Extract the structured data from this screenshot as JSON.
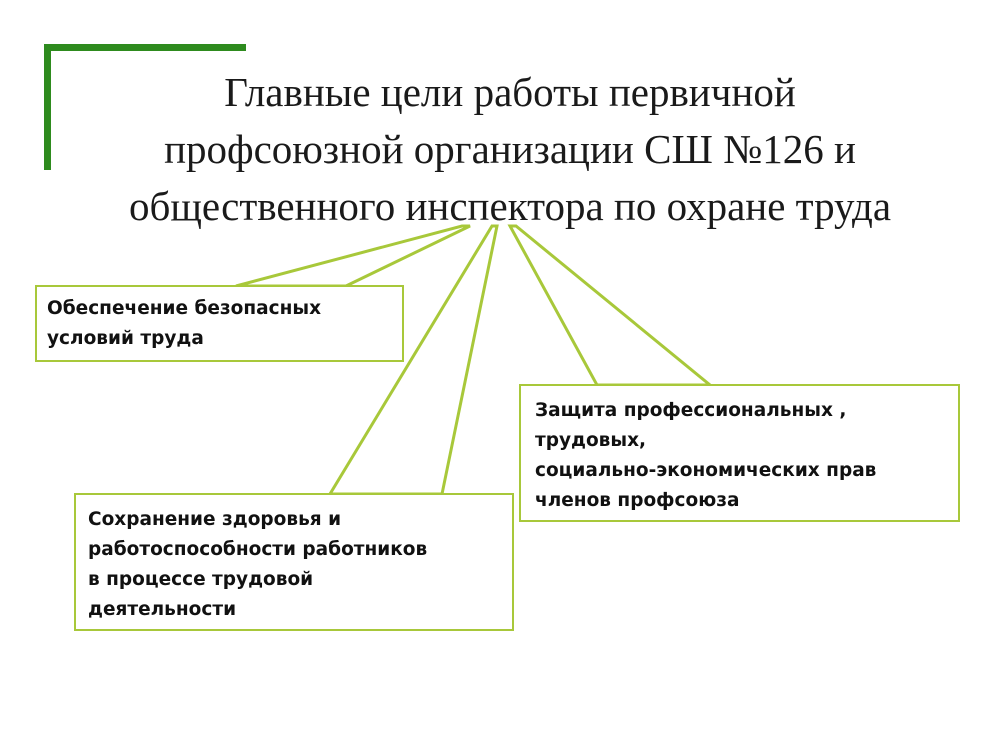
{
  "title": {
    "lines": [
      "Главные цели работы первичной",
      "профсоюзной организации СШ №126 и",
      "общественного инспектора по охране труда"
    ]
  },
  "goals": {
    "safety": {
      "lines": [
        "Обеспечение безопасных",
        "условий труда"
      ]
    },
    "rights": {
      "lines": [
        "Защита профессиональных ,",
        "трудовых,",
        "социально-экономических прав",
        "членов профсоюза"
      ]
    },
    "health": {
      "lines": [
        "Сохранение здоровья и",
        "работоспособности работников",
        "в процессе трудовой",
        "деятельности"
      ]
    }
  },
  "colors": {
    "bracket": "#2e8b1e",
    "connector": "#a8c83a",
    "box_border": "#a8c83a"
  }
}
